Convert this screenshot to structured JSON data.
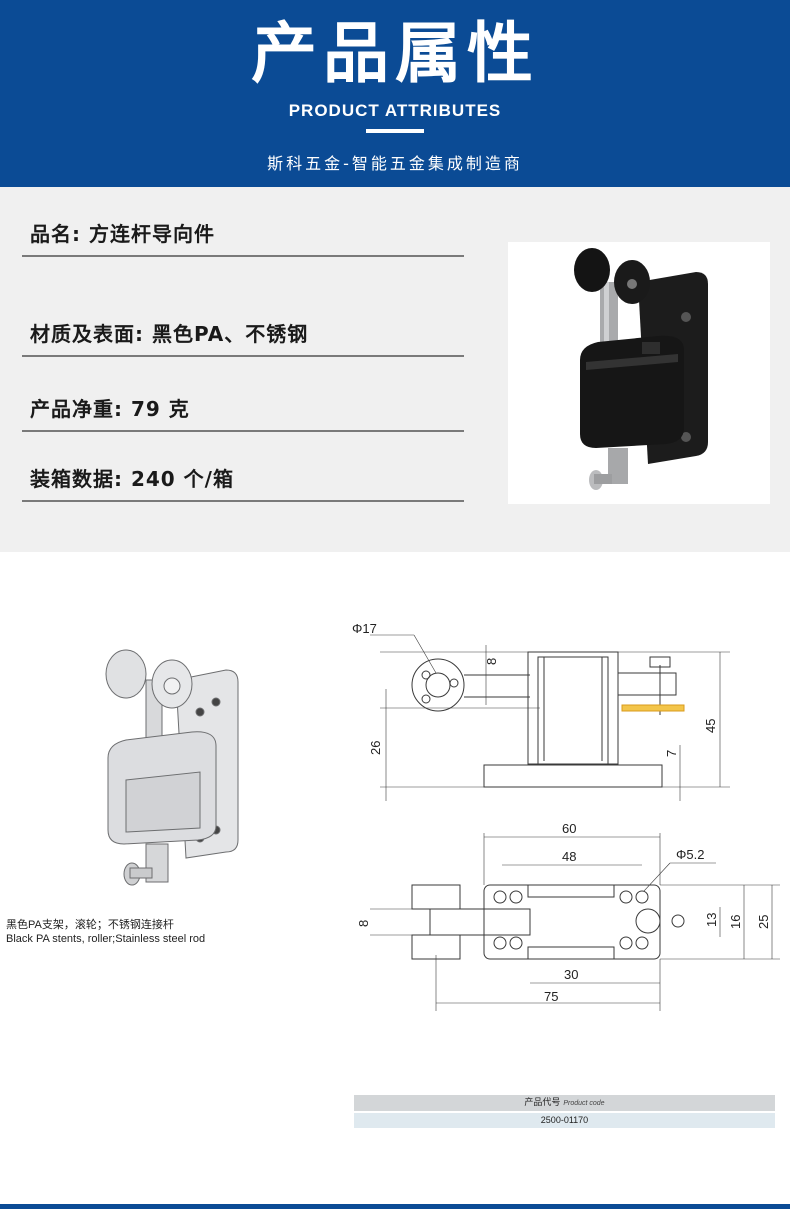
{
  "header": {
    "title": "产品属性",
    "subtitle": "PRODUCT ATTRIBUTES",
    "tagline": "斯科五金-智能五金集成制造商"
  },
  "attributes": [
    {
      "text": "品名: 方连杆导向件"
    },
    {
      "text": "材质及表面: 黑色PA、不锈钢"
    },
    {
      "text": "产品净重: 79 克"
    },
    {
      "text": "装箱数据: 240 个/箱"
    }
  ],
  "caption": {
    "zh": "黑色PA支架，滚轮；不锈钢连接杆",
    "en": "Black PA stents, roller;Stainless steel  rod"
  },
  "drawing": {
    "phi17": "Φ17",
    "d8_top": "8",
    "d26": "26",
    "d7": "7",
    "d45": "45",
    "d60": "60",
    "d48": "48",
    "phi5_2": "Φ5.2",
    "d8_left": "8",
    "d13": "13",
    "d16": "16",
    "d25": "25",
    "d30": "30",
    "d75": "75"
  },
  "product_code": {
    "label_zh": "产品代号",
    "label_en": "Product code",
    "value": "2500-01170"
  },
  "colors": {
    "brand_blue": "#0b4b95",
    "panel_gray": "#f0f0f0"
  }
}
